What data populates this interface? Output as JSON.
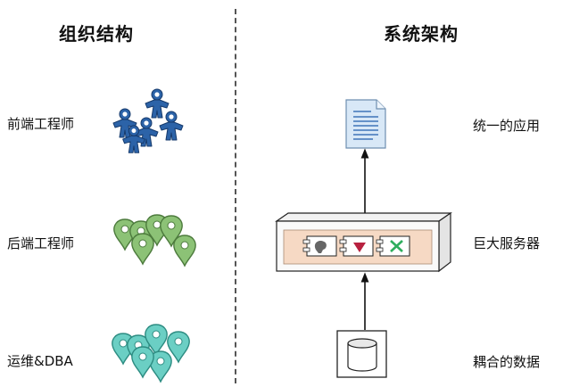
{
  "left_title": "组织结构",
  "right_title": "系统架构",
  "teams": [
    {
      "label": "前端工程师",
      "color": "#2c63a8",
      "stroke": "#163a6b"
    },
    {
      "label": "后端工程师",
      "color": "#8cc276",
      "stroke": "#4d7b3d"
    },
    {
      "label": "运维&DBA",
      "color": "#6bcfc4",
      "stroke": "#2d8c82"
    }
  ],
  "layers": [
    {
      "label": "统一的应用"
    },
    {
      "label": "巨大服务器"
    },
    {
      "label": "耦合的数据"
    }
  ]
}
